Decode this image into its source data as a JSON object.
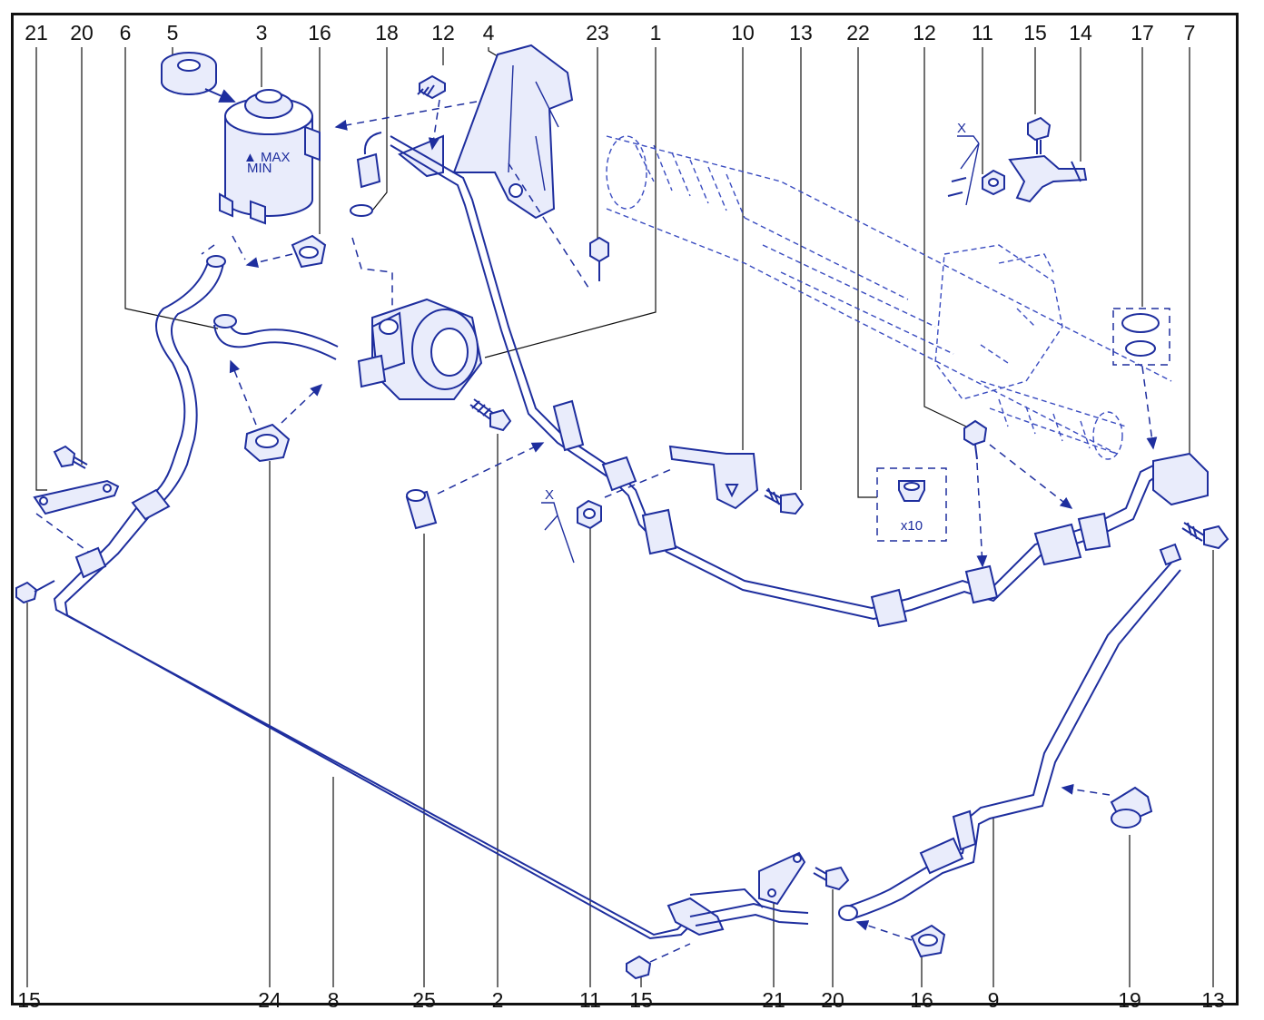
{
  "callouts": {
    "top": [
      "21",
      "20",
      "6",
      "5",
      "3",
      "16",
      "18",
      "12",
      "4",
      "23",
      "1",
      "10",
      "13",
      "22",
      "12",
      "11",
      "15",
      "14",
      "17",
      "7"
    ],
    "bottom": [
      "15",
      "24",
      "8",
      "25",
      "2",
      "11",
      "15",
      "21",
      "20",
      "16",
      "9",
      "19",
      "13"
    ]
  },
  "labels": {
    "detail_x_1": "X",
    "detail_x_2": "X",
    "quantity": "x10"
  },
  "colors": {
    "line": "#1e2e9e",
    "frame": "#111111"
  }
}
